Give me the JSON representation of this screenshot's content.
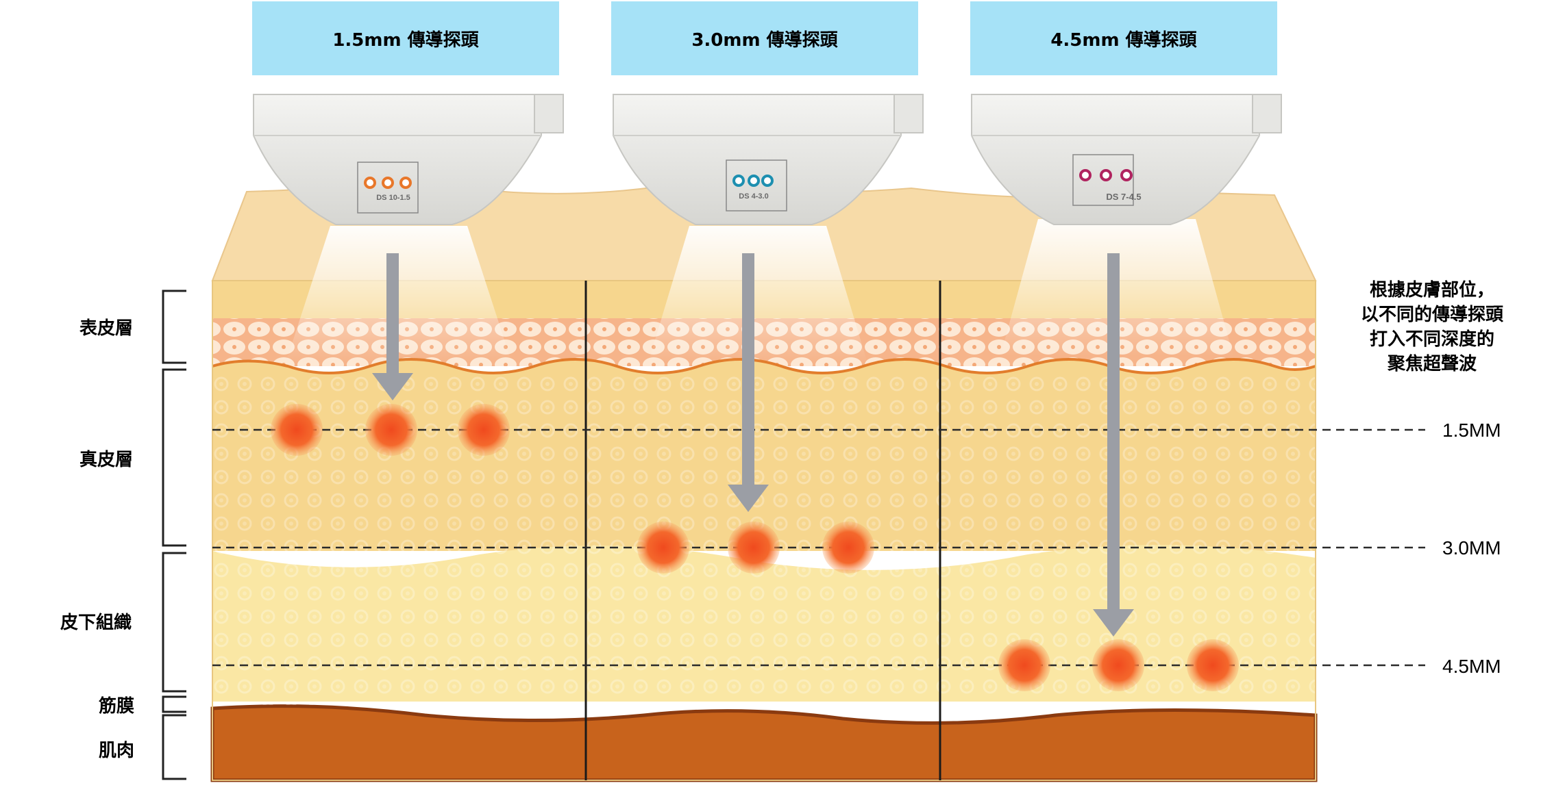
{
  "probes": [
    {
      "label": "1.5mm 傳導探頭",
      "model": "DS 10-1.5",
      "dot_color": "#e8772a"
    },
    {
      "label": "3.0mm 傳導探頭",
      "model": "DS 4-3.0",
      "dot_color": "#1d8fb0"
    },
    {
      "label": "4.5mm 傳導探頭",
      "model": "DS 7-4.5",
      "dot_color": "#b0235f"
    }
  ],
  "layers": [
    {
      "label": "表皮層"
    },
    {
      "label": "真皮層"
    },
    {
      "label": "皮下組織"
    },
    {
      "label": "筋膜"
    },
    {
      "label": "肌肉"
    }
  ],
  "note_lines": [
    "根據皮膚部位，",
    "以不同的傳導探頭",
    "打入不同深度的",
    "聚焦超聲波"
  ],
  "depths": [
    {
      "label": "1.5MM",
      "probe": 0
    },
    {
      "label": "3.0MM",
      "probe": 1
    },
    {
      "label": "4.5MM",
      "probe": 2
    }
  ],
  "colors": {
    "header_bg": "#a6e2f7",
    "skin_top": "#f7dba8",
    "dermis": "#f6d68e",
    "subcutaneous": "#fae7a4",
    "muscle": "#c8631c",
    "focal_point": "#f05a28",
    "arrow": "#9b9ea5"
  }
}
